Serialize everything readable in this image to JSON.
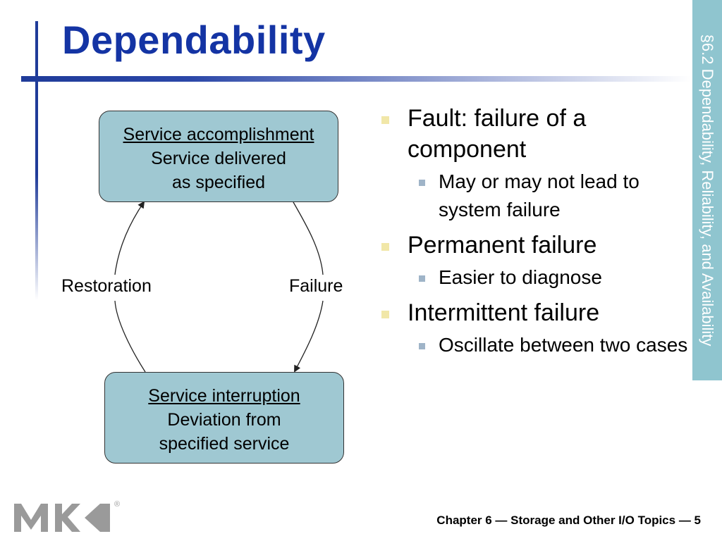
{
  "slide": {
    "title": "Dependability",
    "section_tab": "§6.2 Dependability, Reliability, and Availability",
    "footer": "Chapter 6 — Storage and Other I/O Topics — 5",
    "logo_mark": "®"
  },
  "diagram": {
    "top_state": {
      "heading": "Service accomplishment",
      "line1": "Service delivered",
      "line2": "as specified"
    },
    "bottom_state": {
      "heading": "Service interruption",
      "line1": "Deviation from",
      "line2": "specified service"
    },
    "edges": {
      "left": "Restoration",
      "right": "Failure"
    },
    "colors": {
      "box_fill": "#9fc8d2",
      "title": "#1434a4",
      "sidebar": "#8fc5cf"
    }
  },
  "bullets": [
    {
      "text": "Fault: failure of a component",
      "sub": [
        "May or may not lead to system failure"
      ]
    },
    {
      "text": "Permanent failure",
      "sub": [
        "Easier to diagnose"
      ]
    },
    {
      "text": "Intermittent failure",
      "sub": [
        "Oscillate between two cases"
      ]
    }
  ]
}
